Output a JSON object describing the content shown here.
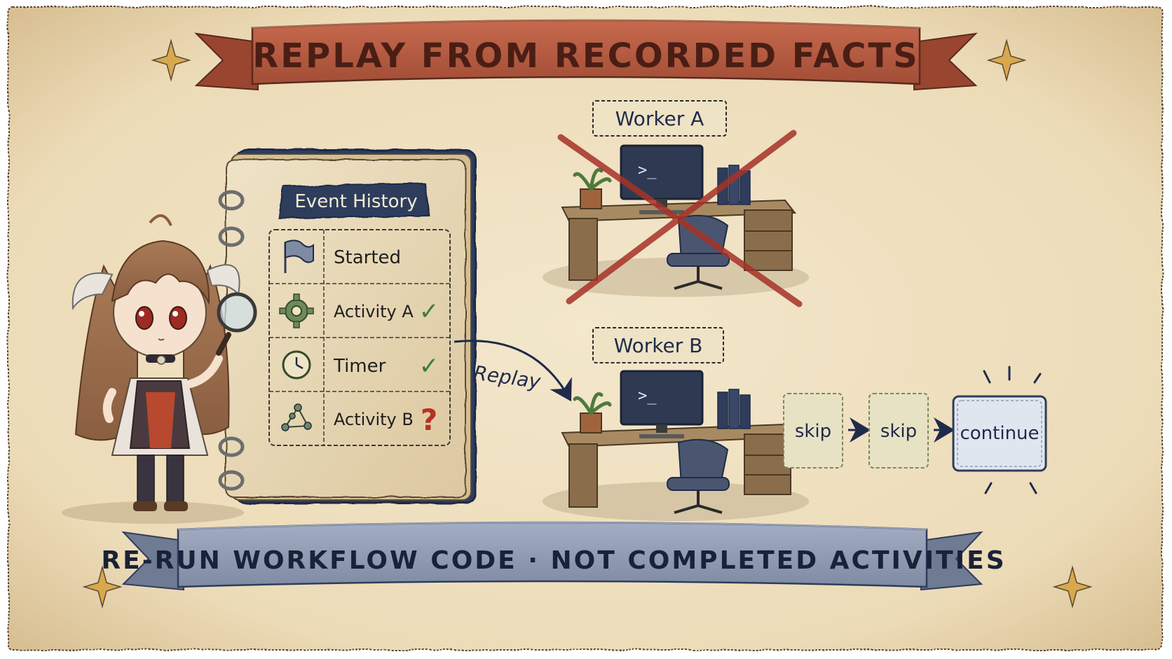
{
  "title": "REPLAY FROM RECORDED FACTS",
  "footer": "RE-RUN WORKFLOW CODE · NOT COMPLETED ACTIVITIES",
  "event_history": {
    "heading": "Event History",
    "events": [
      {
        "label": "Started",
        "icon": "flag-icon",
        "status": ""
      },
      {
        "label": "Activity A",
        "icon": "gear-icon",
        "status": "✓"
      },
      {
        "label": "Timer",
        "icon": "clock-icon",
        "status": "✓"
      },
      {
        "label": "Activity B",
        "icon": "graph-icon",
        "status": "?"
      }
    ]
  },
  "worker_a": {
    "label": "Worker A",
    "terminal": ">_"
  },
  "worker_b": {
    "label": "Worker B",
    "terminal": ">_"
  },
  "replay_label": "Replay",
  "steps": [
    "skip",
    "skip",
    "continue"
  ],
  "colors": {
    "parchment": "#efe0c2",
    "parchment_edge": "#d9c39a",
    "ribbon_red": "#b5583f",
    "ribbon_blue": "#8f9bb3",
    "ink_navy": "#1f2b4a",
    "check_green": "#3c7a3c",
    "question_red": "#b83224",
    "cross_red": "#a63228",
    "wood": "#8a6e4b",
    "monitor": "#2e3a52"
  }
}
